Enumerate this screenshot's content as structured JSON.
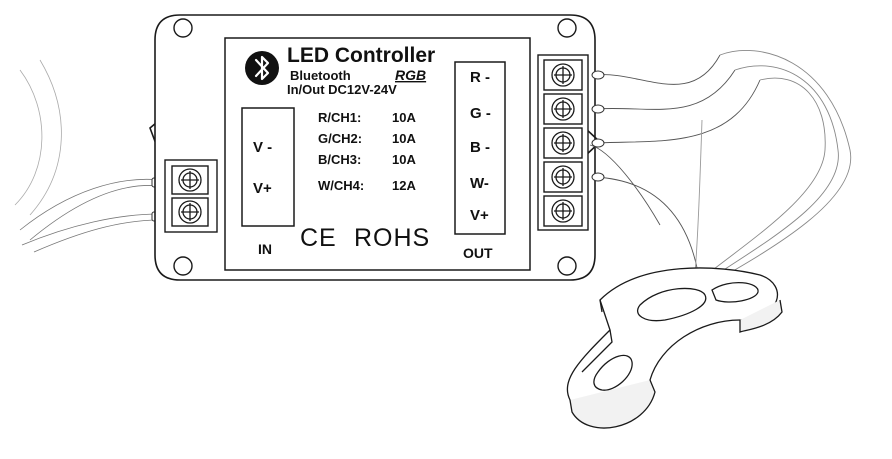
{
  "title": "LED Controller",
  "subtitle_prefix": "Bluetooth",
  "subtitle_rgb": "RGB",
  "voltage": "In/Out DC12V-24V",
  "channels": [
    {
      "label": "R/CH1:",
      "current": "10A"
    },
    {
      "label": "G/CH2:",
      "current": "10A"
    },
    {
      "label": "B/CH3:",
      "current": "10A"
    },
    {
      "label": "W/CH4:",
      "current": "12A"
    }
  ],
  "input_terminals": [
    "V -",
    "V+"
  ],
  "output_terminals": [
    "R -",
    "G -",
    "B -",
    "W-",
    "V+"
  ],
  "input_label": "IN",
  "output_label": "OUT",
  "ce_mark": "CE",
  "rohs_mark": "ROHS",
  "icons": {
    "bluetooth": "bluetooth-icon"
  },
  "colors": {
    "line": "#1a1a1a",
    "background": "#ffffff"
  }
}
